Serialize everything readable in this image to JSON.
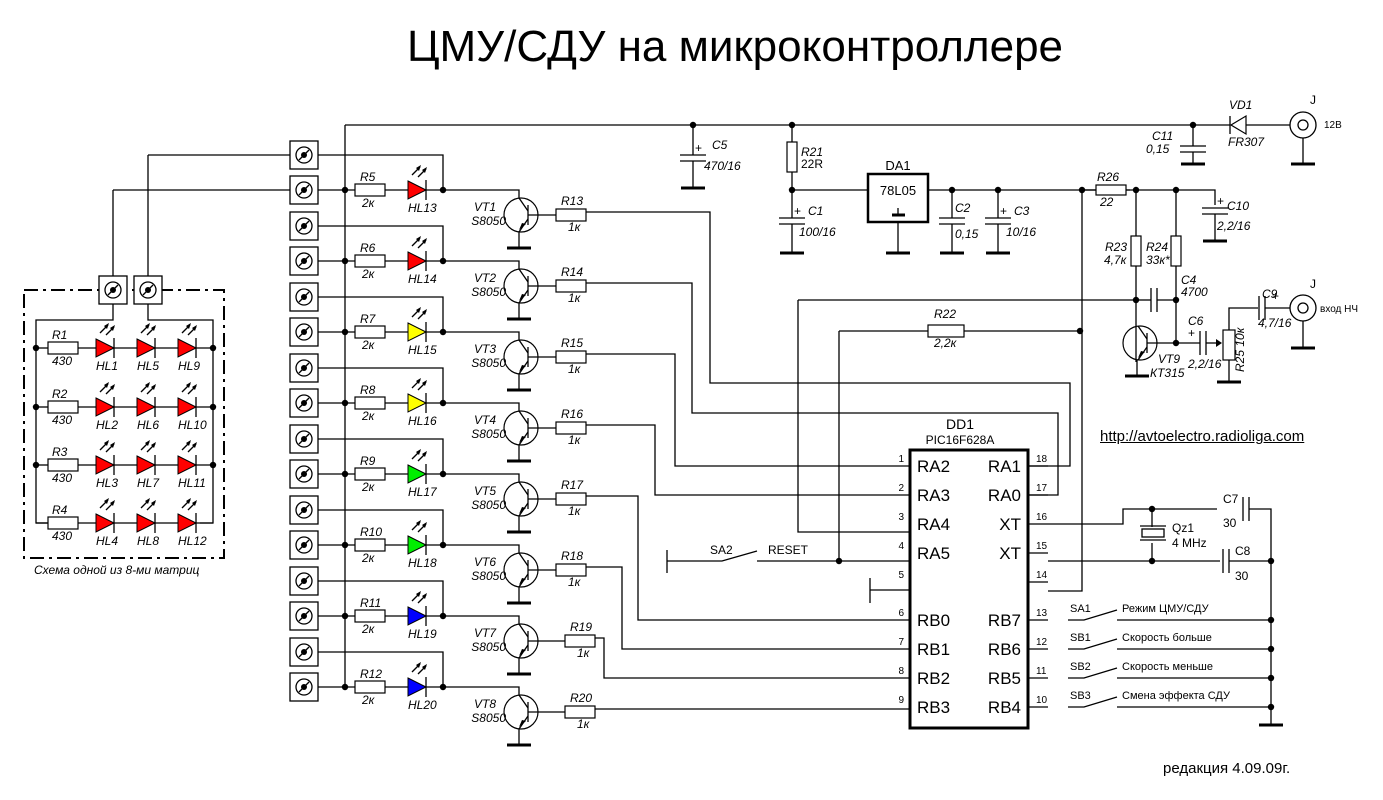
{
  "title": "ЦМУ/СДУ на микроконтроллере",
  "url": "http://avtoelectro.radioliga.com",
  "revision": "редакция 4.09.09г.",
  "colors": {
    "red": "#ff0000",
    "yellow": "#ffff00",
    "green": "#00ee00",
    "blue": "#0000ff",
    "line": "#000000"
  },
  "matrix": {
    "caption": "Схема одной из 8-ми матриц",
    "rows": [
      {
        "r": "R1",
        "rv": "430",
        "leds": [
          "HL1",
          "HL5",
          "HL9"
        ]
      },
      {
        "r": "R2",
        "rv": "430",
        "leds": [
          "HL2",
          "HL6",
          "HL10"
        ]
      },
      {
        "r": "R3",
        "rv": "430",
        "leds": [
          "HL3",
          "HL7",
          "HL11"
        ]
      },
      {
        "r": "R4",
        "rv": "430",
        "leds": [
          "HL4",
          "HL8",
          "HL12"
        ]
      }
    ],
    "led_color": "red"
  },
  "channels": [
    {
      "r": "R5",
      "rv": "2к",
      "led": "HL13",
      "color": "red",
      "vt": "VT1",
      "vtm": "S8050",
      "rb": "R13",
      "rbv": "1к"
    },
    {
      "r": "R6",
      "rv": "2к",
      "led": "HL14",
      "color": "red",
      "vt": "VT2",
      "vtm": "S8050",
      "rb": "R14",
      "rbv": "1к"
    },
    {
      "r": "R7",
      "rv": "2к",
      "led": "HL15",
      "color": "yellow",
      "vt": "VT3",
      "vtm": "S8050",
      "rb": "R15",
      "rbv": "1к"
    },
    {
      "r": "R8",
      "rv": "2к",
      "led": "HL16",
      "color": "yellow",
      "vt": "VT4",
      "vtm": "S8050",
      "rb": "R16",
      "rbv": "1к"
    },
    {
      "r": "R9",
      "rv": "2к",
      "led": "HL17",
      "color": "green",
      "vt": "VT5",
      "vtm": "S8050",
      "rb": "R17",
      "rbv": "1к"
    },
    {
      "r": "R10",
      "rv": "2к",
      "led": "HL18",
      "color": "green",
      "vt": "VT6",
      "vtm": "S8050",
      "rb": "R18",
      "rbv": "1к"
    },
    {
      "r": "R11",
      "rv": "2к",
      "led": "HL19",
      "color": "blue",
      "vt": "VT7",
      "vtm": "S8050",
      "rb": "R19",
      "rbv": "1к"
    },
    {
      "r": "R12",
      "rv": "2к",
      "led": "HL20",
      "color": "blue",
      "vt": "VT8",
      "vtm": "S8050",
      "rb": "R20",
      "rbv": "1к"
    }
  ],
  "power": {
    "C5": {
      "name": "C5",
      "value": "470/16"
    },
    "R21": {
      "name": "R21",
      "value": "22R"
    },
    "C1": {
      "name": "C1",
      "value": "100/16"
    },
    "DA1": {
      "name": "DA1",
      "value": "78L05"
    },
    "C2": {
      "name": "C2",
      "value": "0,15"
    },
    "C3": {
      "name": "C3",
      "value": "10/16"
    },
    "C11": {
      "name": "C11",
      "value": "0,15"
    },
    "VD1": {
      "name": "VD1",
      "value": "FR307"
    },
    "J1": {
      "name": "J",
      "label": "12В"
    }
  },
  "audio": {
    "R26": {
      "name": "R26",
      "value": "22"
    },
    "C10": {
      "name": "C10",
      "value": "2,2/16"
    },
    "R23": {
      "name": "R23",
      "value": "4,7к"
    },
    "R24": {
      "name": "R24",
      "value": "33к*"
    },
    "C4": {
      "name": "C4",
      "value": "4700"
    },
    "VT9": {
      "name": "VT9",
      "value": "КТ315"
    },
    "C6": {
      "name": "C6",
      "value": "2,2/16"
    },
    "R25": {
      "name": "R25",
      "value": "10к"
    },
    "C9": {
      "name": "C9",
      "value": "4,7/16"
    },
    "J2": {
      "name": "J",
      "label": "вход НЧ"
    },
    "R22": {
      "name": "R22",
      "value": "2,2к"
    }
  },
  "mcu": {
    "name": "DD1",
    "model": "PIC16F628A",
    "left_pins": [
      {
        "num": "1",
        "name": "RA2"
      },
      {
        "num": "2",
        "name": "RA3"
      },
      {
        "num": "3",
        "name": "RA4"
      },
      {
        "num": "4",
        "name": "RA5"
      },
      {
        "num": "5",
        "name": ""
      },
      {
        "num": "6",
        "name": "RB0"
      },
      {
        "num": "7",
        "name": "RB1"
      },
      {
        "num": "8",
        "name": "RB2"
      },
      {
        "num": "9",
        "name": "RB3"
      }
    ],
    "right_pins": [
      {
        "num": "18",
        "name": "RA1"
      },
      {
        "num": "17",
        "name": "RA0"
      },
      {
        "num": "16",
        "name": "XT"
      },
      {
        "num": "15",
        "name": "XT"
      },
      {
        "num": "14",
        "name": ""
      },
      {
        "num": "13",
        "name": "RB7"
      },
      {
        "num": "12",
        "name": "RB6"
      },
      {
        "num": "11",
        "name": "RB5"
      },
      {
        "num": "10",
        "name": "RB4"
      }
    ]
  },
  "clock": {
    "Qz1": {
      "name": "Qz1",
      "value": "4 MHz"
    },
    "C7": {
      "name": "C7",
      "value": "30"
    },
    "C8": {
      "name": "C8",
      "value": "30"
    }
  },
  "reset": {
    "switch": "SA2",
    "label": "RESET"
  },
  "buttons": [
    {
      "name": "SA1",
      "label": "Режим ЦМУ/СДУ"
    },
    {
      "name": "SB1",
      "label": "Скорость больше"
    },
    {
      "name": "SB2",
      "label": "Скорость меньше"
    },
    {
      "name": "SB3",
      "label": "Смена эффекта СДУ"
    }
  ]
}
